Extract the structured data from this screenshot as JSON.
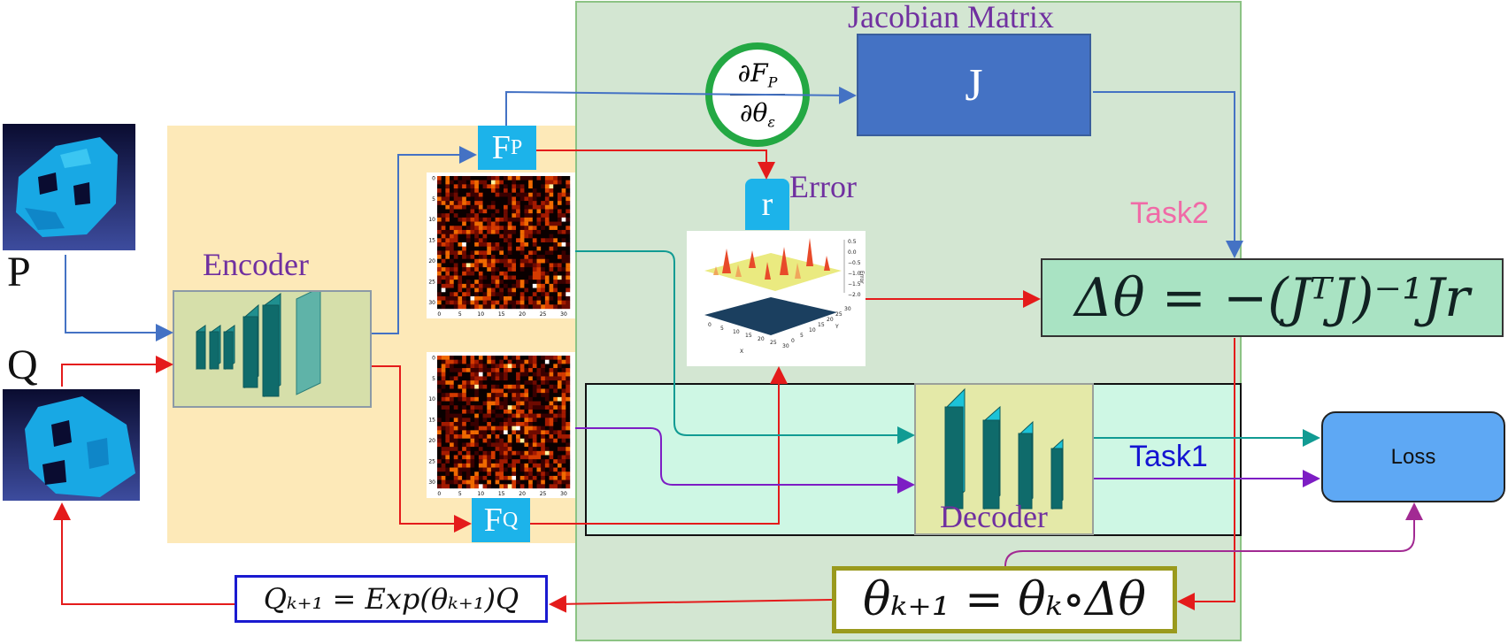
{
  "labels": {
    "jacobian_title": "Jacobian Matrix",
    "jacobian_symbol": "J",
    "encoder": "Encoder",
    "decoder": "Decoder",
    "error": "Error",
    "task1": "Task1",
    "task2": "Task2",
    "loss": "Loss",
    "p": "P",
    "q": "Q",
    "r": "r",
    "fp_main": "F",
    "fp_sub": "P",
    "fq_main": "F",
    "fq_sub": "Q"
  },
  "equations": {
    "partial_top": "∂F",
    "partial_top_sub": "P",
    "partial_bottom": "∂θ",
    "partial_bottom_sub": "ε",
    "delta_theta": "Δθ = −(JᵀJ)⁻¹Jr",
    "theta_update": "θₖ₊₁ = θₖ∘Δθ",
    "q_update": "Qₖ₊₁ = Exp(θₖ₊₁)Q"
  },
  "heatmap": {
    "y_ticks": [
      "0",
      "5",
      "10",
      "15",
      "20",
      "25",
      "30"
    ],
    "x_ticks": [
      "0",
      "5",
      "10",
      "15",
      "20",
      "25",
      "30"
    ]
  },
  "surface_plot": {
    "z_ticks": [
      "0.5",
      "0.0",
      "−0.5",
      "−1.0",
      "−1.5",
      "−2.0"
    ],
    "z_label": "Error",
    "x_label": "X",
    "y_label": "Y",
    "x_ticks": [
      "0",
      "5",
      "10",
      "15",
      "20",
      "25",
      "30"
    ],
    "y_ticks": [
      "0",
      "5",
      "10",
      "15",
      "20",
      "25",
      "30"
    ]
  },
  "colors": {
    "blue_arrow": "#4472c4",
    "red_arrow": "#e41b1b",
    "teal_arrow": "#119b93",
    "purple_arrow": "#7d1dc4",
    "magenta_arrow": "#a22a93",
    "task1_color": "#1414d2",
    "task2_color": "#f06aa7",
    "purple_text": "#7030a0"
  }
}
